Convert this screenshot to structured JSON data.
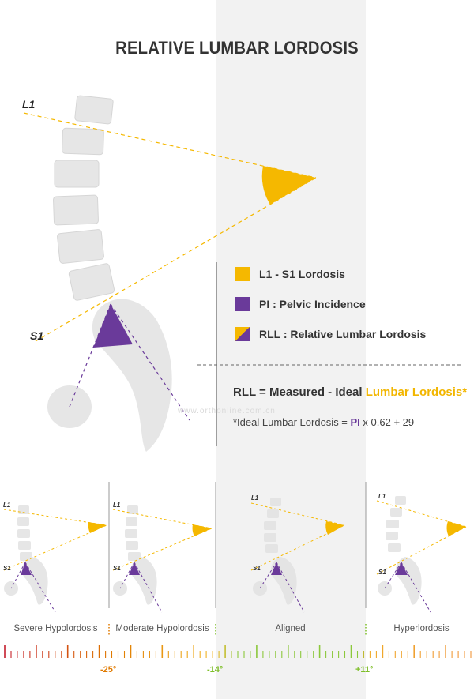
{
  "title": "RELATIVE LUMBAR LORDOSIS",
  "labels": {
    "l1": "L1",
    "s1": "S1"
  },
  "legend": [
    {
      "label": "L1 - S1 Lordosis",
      "color": "#f5b800"
    },
    {
      "label": "PI : Pelvic Incidence",
      "color": "#6a3a9a"
    },
    {
      "label": "RLL : Relative Lumbar Lordosis",
      "color": "split"
    }
  ],
  "formula": {
    "prefix": "RLL = Measured - Ideal ",
    "highlight": "Lumbar Lordosis*"
  },
  "ideal": {
    "prefix": "*Ideal Lumbar Lordosis = ",
    "pi": "PI",
    "suffix": " x 0.62 + 29"
  },
  "watermark": "www.orthonline.com.cn",
  "categories": [
    "Severe Hypolordosis",
    "Moderate Hypolordosis",
    "Aligned",
    "Hyperlordosis"
  ],
  "thresholds": [
    {
      "label": "-25°",
      "color": "#e07a00"
    },
    {
      "label": "-14°",
      "color": "#7fbf2a"
    },
    {
      "label": "+11°",
      "color": "#7fbf2a"
    }
  ],
  "colors": {
    "orange": "#f5b800",
    "purple": "#6a3a9a",
    "bone": "#e4e4e4"
  }
}
